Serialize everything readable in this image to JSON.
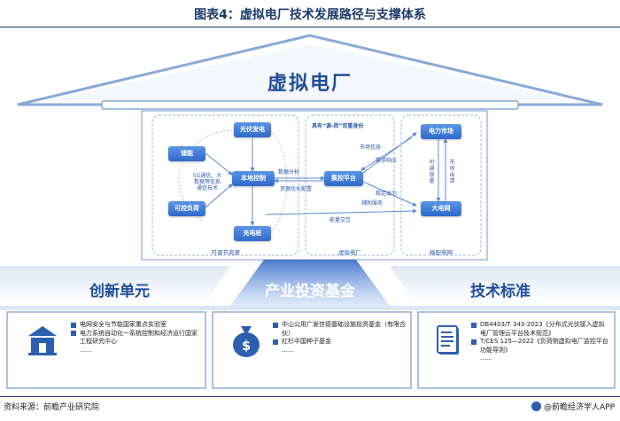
{
  "title": "图表4：虚拟电厂技术发展路径与支撑体系",
  "roof": {
    "title": "虚拟电厂"
  },
  "sections": {
    "left": {
      "label": "可调节资源",
      "nodes": {
        "pv": "光伏发电",
        "storage": "储能",
        "local_control": "本地控制",
        "load": "可控负荷",
        "charging": "充电桩"
      },
      "comm_label": [
        "5G通信、大",
        "数据等信息",
        "通信技术"
      ]
    },
    "middle": {
      "label": "虚拟电厂",
      "header": "具有“源-荷”双重身份",
      "nodes": {
        "platform": "集控平台"
      },
      "edge_labels": {
        "data_analysis": "数据分析",
        "resource_opt": "资源优化配置",
        "market_info": "市场信息",
        "demand_response": "需求响应",
        "stable_output": "稳定出力",
        "aux_service": "辅助服务",
        "energy_exchange": "能量交互"
      }
    },
    "right": {
      "label": "输配电网",
      "nodes": {
        "market": "电力市场",
        "grid": "大电网"
      },
      "vlabel_capacity": "可调容量",
      "vlabel_clearing": "市场出清"
    }
  },
  "pillars": [
    {
      "title": "创新单元",
      "icon": "bank-icon",
      "items": [
        "电网安全与节能国家重点实验室",
        "电力系统自动化一系统控制和经济运行国家工程研究中心"
      ],
      "more": "……"
    },
    {
      "title": "产业投资基金",
      "icon": "money-bag-icon",
      "items": [
        "中山公用广发信德基础设施投资基金（有限合伙）",
        "红杉中国种子基金"
      ],
      "more": "……"
    },
    {
      "title": "技术标准",
      "icon": "document-icon",
      "items": [
        "DB4403/T 343-2023《分布式光伏接入虚拟电厂管理云平台技术规范》",
        "T/CES 125—2022《负荷侧虚拟电厂监控平台功能导则》"
      ],
      "more": "……"
    }
  ],
  "footer": {
    "source": "资料来源：前瞻产业研究院",
    "brand": "@前瞻经济学人APP"
  },
  "colors": {
    "primary": "#1f4e9c",
    "node": "#3b75d6",
    "dash": "#9ab6e0",
    "card_border": "#7fa2d6"
  }
}
